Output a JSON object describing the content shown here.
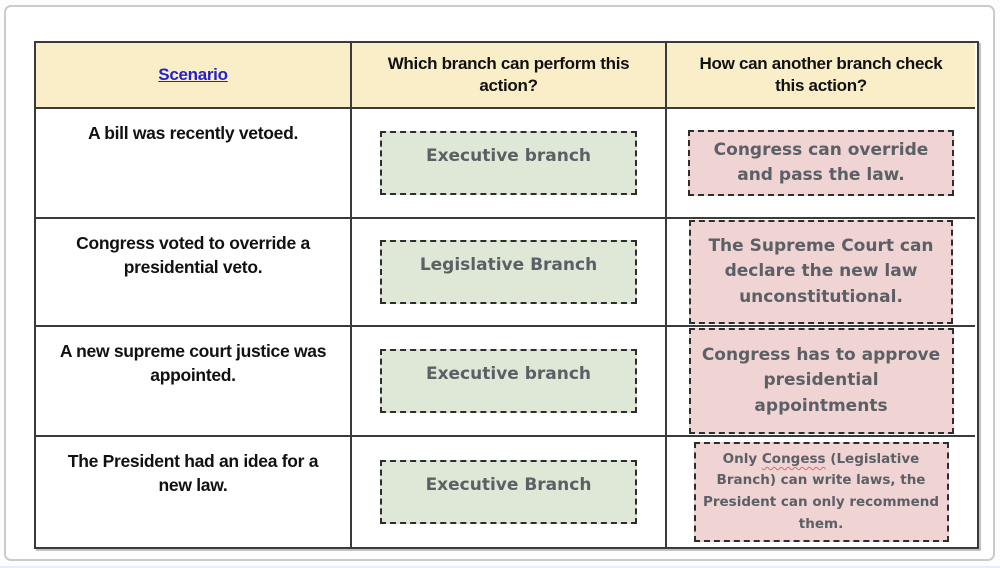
{
  "colors": {
    "header_bg": "#faeec9",
    "green_box": "#dfe8d6",
    "pink_box": "#f0d3d3",
    "box_text": "#5b6066",
    "link_blue": "#2222cc",
    "table_border": "#3a3a3a"
  },
  "table": {
    "headers": [
      "Scenario",
      "Which branch can perform this action?",
      "How can another branch check this action?"
    ],
    "rows": [
      {
        "scenario": "A bill was recently vetoed.",
        "branch": "Executive branch",
        "check": "Congress can override and pass the law."
      },
      {
        "scenario": "Congress voted to override a presidential veto.",
        "branch": "Legislative Branch",
        "check": "The Supreme Court can declare the new law unconstitutional."
      },
      {
        "scenario": "A new supreme court justice was appointed.",
        "branch": "Executive branch",
        "check": "Congress has to approve presidential appointments"
      },
      {
        "scenario": "The President had an idea for a new law.",
        "branch": "Executive Branch",
        "check_parts": {
          "prefix": "Only ",
          "typo": "Congess",
          "suffix": " (Legislative Branch) can write laws, the President can only recommend them."
        }
      }
    ]
  }
}
